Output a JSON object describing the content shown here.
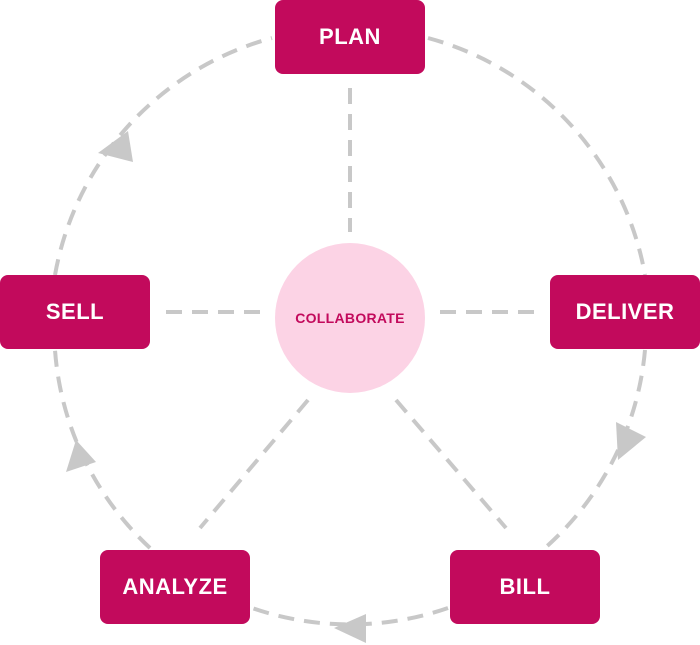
{
  "diagram": {
    "center": {
      "label": "COLLABORATE"
    },
    "stages": [
      {
        "id": "plan",
        "label": "PLAN"
      },
      {
        "id": "deliver",
        "label": "DELIVER"
      },
      {
        "id": "bill",
        "label": "BILL"
      },
      {
        "id": "analyze",
        "label": "ANALYZE"
      },
      {
        "id": "sell",
        "label": "SELL"
      }
    ],
    "cycle_order": [
      "PLAN",
      "DELIVER",
      "BILL",
      "ANALYZE",
      "SELL"
    ],
    "colors": {
      "node_fill": "#c20a5c",
      "node_text": "#ffffff",
      "hub_fill": "#fcd3e5",
      "hub_text": "#c20a5c",
      "connector": "#c8c8c8"
    }
  }
}
